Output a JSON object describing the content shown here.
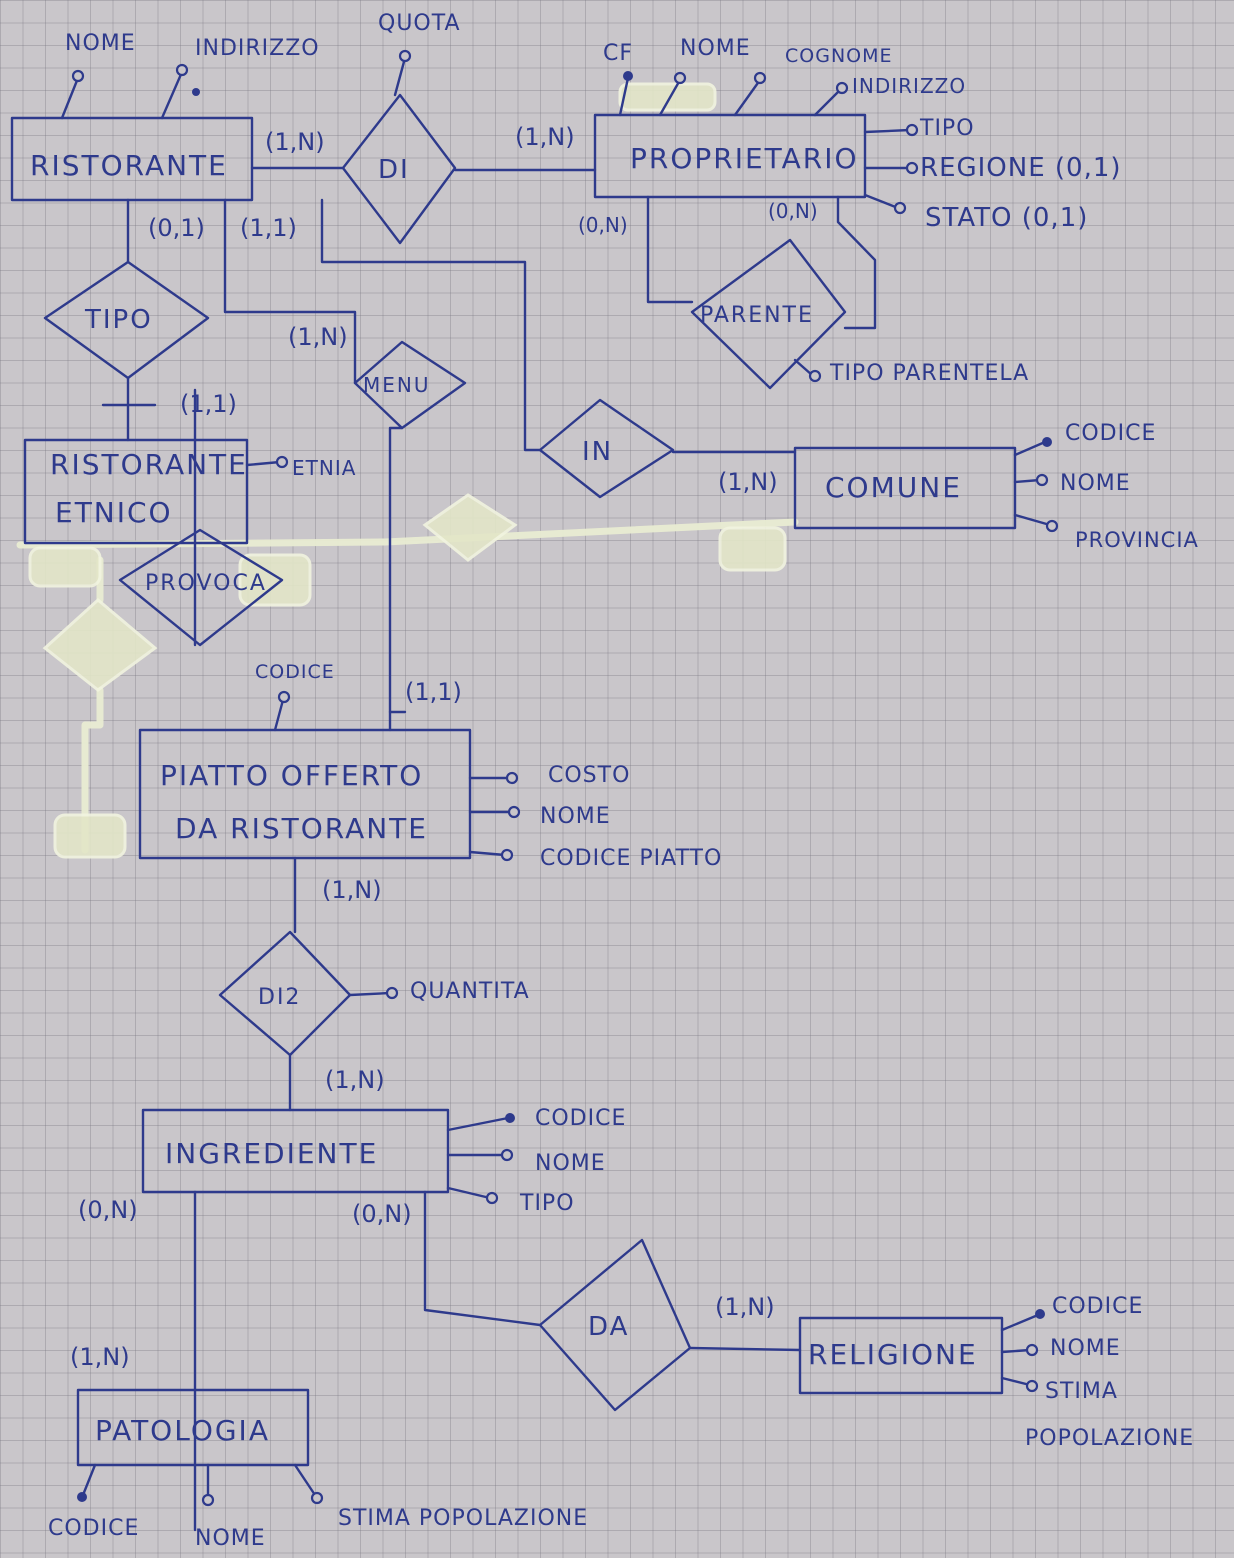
{
  "entities": {
    "ristorante": "RISTORANTE",
    "proprietario": "PROPRIETARIO",
    "ristorante_etnico_1": "RISTORANTE",
    "ristorante_etnico_2": "ETNICO",
    "comune": "COMUNE",
    "piatto_1": "PIATTO OFFERTO",
    "piatto_2": "DA RISTORANTE",
    "ingrediente": "INGREDIENTE",
    "patologia": "PATOLOGIA",
    "religione": "RELIGIONE"
  },
  "relationships": {
    "di": "DI",
    "tipo": "TIPO",
    "parente": "PARENTE",
    "menu": "MENU",
    "in": "IN",
    "di2": "DI2",
    "provoca": "PROVOCA",
    "da": "DA"
  },
  "attributes": {
    "ristorante_nome": "NOME",
    "ristorante_indirizzo": "INDIRIZZO",
    "di_quota": "QUOTA",
    "prop_cf": "CF",
    "prop_nome": "NOME",
    "prop_cognome": "COGNOME",
    "prop_indirizzo": "INDIRIZZO",
    "prop_tipo": "TIPO",
    "prop_regione": "REGIONE (0,1)",
    "prop_stato": "STATO (0,1)",
    "parente_tipo": "TIPO PARENTELA",
    "etnico_etnia": "ETNIA",
    "comune_codice": "CODICE",
    "comune_nome": "NOME",
    "comune_provincia": "PROVINCIA",
    "piatto_codice": "CODICE",
    "piatto_costo": "COSTO",
    "piatto_nome": "NOME",
    "piatto_codice_piatto": "CODICE PIATTO",
    "di2_quantita": "QUANTITA",
    "ingr_codice": "CODICE",
    "ingr_nome": "NOME",
    "ingr_tipo": "TIPO",
    "rel_codice": "CODICE",
    "rel_nome": "NOME",
    "rel_stima": "STIMA",
    "rel_popolazione": "POPOLAZIONE",
    "pat_codice": "CODICE",
    "pat_nome": "NOME",
    "pat_stima": "STIMA POPOLAZIONE"
  },
  "cardinalities": {
    "rist_di": "(1,N)",
    "prop_di": "(1,N)",
    "rist_tipo": "(0,1)",
    "rist_in": "(1,1)",
    "prop_parente_a": "(0,N)",
    "prop_parente_b": "(0,N)",
    "etnico_tipo": "(1,1)",
    "rist_menu": "(1,N)",
    "comune_in": "(1,N)",
    "piatto_menu": "(1,1)",
    "piatto_di2": "(1,N)",
    "ingr_di2": "(1,N)",
    "ingr_provoca": "(0,N)",
    "ingr_da": "(0,N)",
    "religione_da": "(1,N)",
    "patologia_provoca": "(1,N)"
  }
}
